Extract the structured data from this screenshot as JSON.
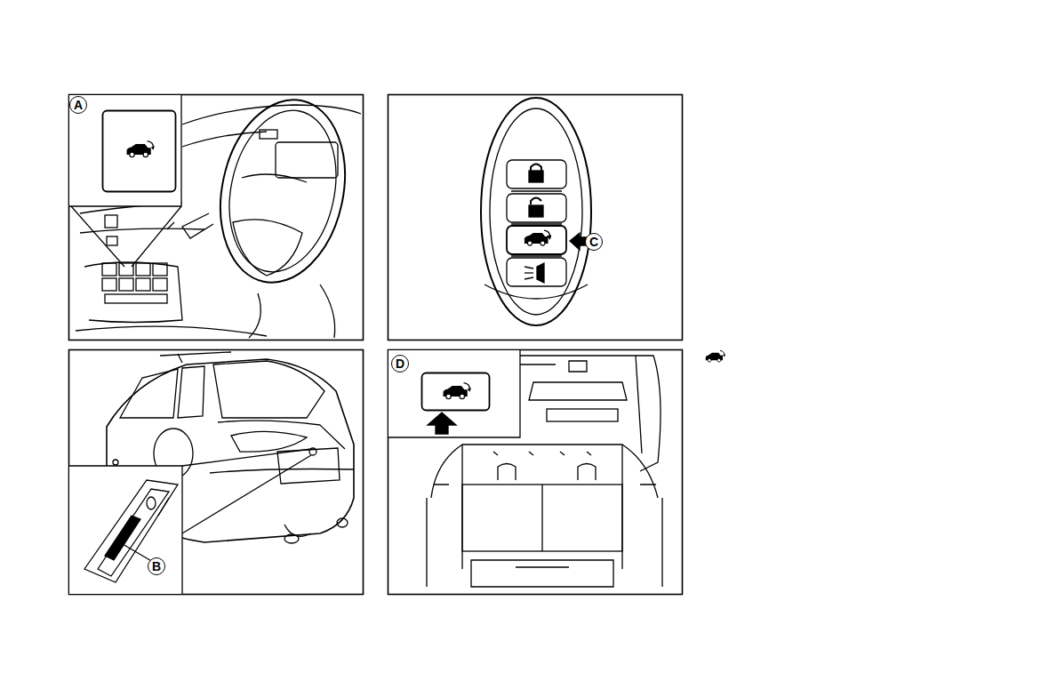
{
  "diagram": {
    "labels": [
      "A",
      "C",
      "B",
      "D"
    ]
  }
}
